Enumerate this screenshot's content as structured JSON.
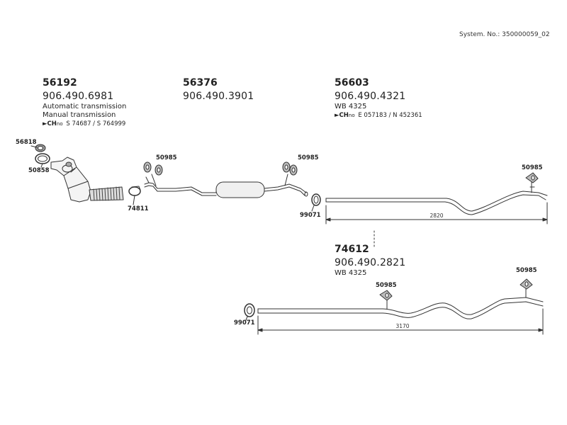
{
  "system_no": "System. No.: 350000059_02",
  "parts": {
    "p1": {
      "number": "56192",
      "oe": "906.490.6981",
      "notes": [
        "Automatic transmission",
        "Manual transmission"
      ],
      "ch_label": "CH",
      "ch_no": "no",
      "ch_text": "S 74687 / S 764999"
    },
    "p2": {
      "number": "56376",
      "oe": "906.490.3901"
    },
    "p3": {
      "number": "56603",
      "oe": "906.490.4321",
      "notes": [
        "WB 4325"
      ],
      "ch_label": "CH",
      "ch_no": "no",
      "ch_text": "E 057183 / N 452361"
    },
    "p4": {
      "number": "74612",
      "oe": "906.490.2821",
      "notes": [
        "WB 4325"
      ]
    }
  },
  "labels": {
    "clamp_56818": "56818",
    "ring_50858": "50858",
    "clamp_74811": "74811",
    "hanger_50985_a": "50985",
    "hanger_50985_b": "50985",
    "hanger_50985_c": "50985",
    "hanger_50985_d": "50985",
    "hanger_50985_e": "50985",
    "clamp_99071_a": "99071",
    "clamp_99071_b": "99071"
  },
  "dimensions": {
    "upper_pipe": "2820",
    "lower_pipe": "3170"
  },
  "colors": {
    "line": "#333333",
    "text": "#222222",
    "background": "#ffffff"
  }
}
